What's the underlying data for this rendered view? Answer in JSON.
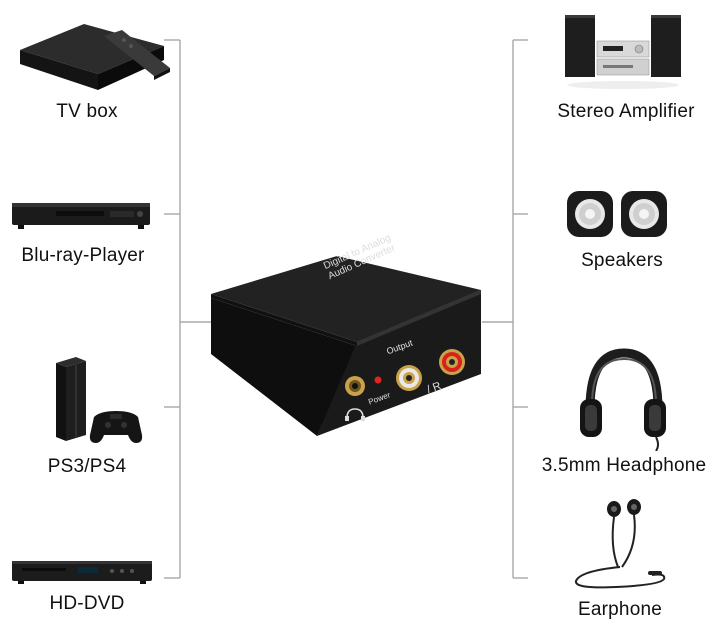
{
  "colors": {
    "connector_line": "#a8a8a8",
    "device_body": "#1a1a1a",
    "rca_red": "#d8201c",
    "rca_white": "#e9e9e9",
    "gold": "#c9a24a",
    "power_led": "#e0251b"
  },
  "sources": [
    {
      "id": "tv-box",
      "label": "TV box",
      "icon": "tv-box-icon"
    },
    {
      "id": "blu-ray",
      "label": "Blu-ray-Player",
      "icon": "blu-ray-player-icon"
    },
    {
      "id": "ps",
      "label": "PS3/PS4",
      "icon": "game-console-icon"
    },
    {
      "id": "hd-dvd",
      "label": "HD-DVD",
      "icon": "hd-dvd-player-icon"
    }
  ],
  "outputs": [
    {
      "id": "stereo",
      "label": "Stereo Amplifier",
      "icon": "stereo-amplifier-icon"
    },
    {
      "id": "speakers",
      "label": "Speakers",
      "icon": "speakers-icon"
    },
    {
      "id": "headphone",
      "label": "3.5mm Headphone",
      "icon": "headphone-icon"
    },
    {
      "id": "earphone",
      "label": "Earphone",
      "icon": "earphone-icon"
    }
  ],
  "converter": {
    "top_text_line1": "Digital to Analog",
    "top_text_line2": "Audio Converter",
    "output_label": "Output",
    "power_label": "Power",
    "channel_label": "/ R"
  }
}
